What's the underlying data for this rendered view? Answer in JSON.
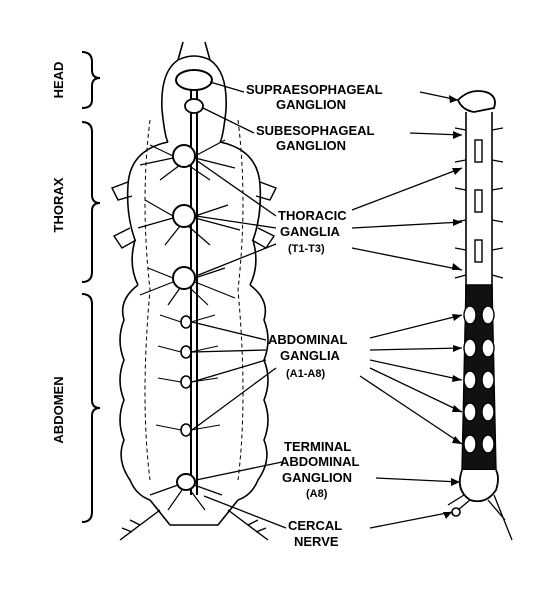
{
  "regions": {
    "head": "HEAD",
    "thorax": "THORAX",
    "abdomen": "ABDOMEN"
  },
  "labels": {
    "supraesophageal": [
      "SUPRAESOPHAGEAL",
      "GANGLION"
    ],
    "subesophageal": [
      "SUBESOPHAGEAL",
      "GANGLION"
    ],
    "thoracic": [
      "THORACIC",
      "GANGLIA",
      "(T1-T3)"
    ],
    "abdominal": [
      "ABDOMINAL",
      "GANGLIA",
      "(A1-A8)"
    ],
    "terminal": [
      "TERMINAL",
      "ABDOMINAL",
      "GANGLION",
      "(A8)"
    ],
    "cercal": [
      "CERCAL",
      "NERVE"
    ]
  }
}
